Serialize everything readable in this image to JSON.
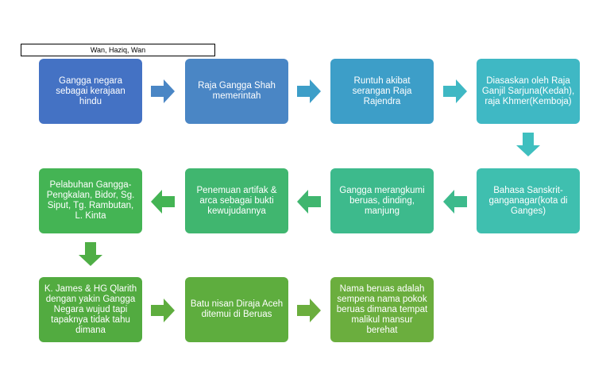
{
  "header": {
    "authors": "Wan, Haziq, Wan"
  },
  "nodes": [
    {
      "id": "n1",
      "text": "Gangga negara sebagai kerajaan hindu",
      "color": "#4472c4"
    },
    {
      "id": "n2",
      "text": "Raja Gangga Shah memerintah",
      "color": "#4a86c5"
    },
    {
      "id": "n3",
      "text": "Runtuh akibat serangan Raja Rajendra",
      "color": "#3d9ec8"
    },
    {
      "id": "n4",
      "text": "Diasaskan oleh Raja Ganjil Sarjuna(Kedah), raja Khmer(Kemboja)",
      "color": "#3fb8c4"
    },
    {
      "id": "n5",
      "text": "Bahasa Sanskrit-ganganagar(kota di Ganges)",
      "color": "#3fbfaf"
    },
    {
      "id": "n6",
      "text": "Gangga merangkumi beruas, dinding, manjung",
      "color": "#3dba8c"
    },
    {
      "id": "n7",
      "text": "Penemuan artifak & arca sebagai bukti kewujudannya",
      "color": "#40b66f"
    },
    {
      "id": "n8",
      "text": "Pelabuhan Gangga-Pengkalan, Bidor, Sg. Siput, Tg. Rambutan, L. Kinta",
      "color": "#44b454"
    },
    {
      "id": "n9",
      "text": "K. James & HG Qlarith dengan yakin Gangga Negara wujud tapi tapaknya tidak tahu dimana",
      "color": "#52ab40"
    },
    {
      "id": "n10",
      "text": "Batu nisan Diraja Aceh ditemui di Beruas",
      "color": "#5ead3e"
    },
    {
      "id": "n11",
      "text": "Nama beruas adalah sempena nama pokok beruas dimana tempat malikul mansur berehat",
      "color": "#6bae3e"
    }
  ],
  "arrows": [
    {
      "from": "n1",
      "to": "n2",
      "direction": "right",
      "color": "#4a86c5"
    },
    {
      "from": "n2",
      "to": "n3",
      "direction": "right",
      "color": "#3d9ec8"
    },
    {
      "from": "n3",
      "to": "n4",
      "direction": "right",
      "color": "#3fb8c4"
    },
    {
      "from": "n4",
      "to": "n5",
      "direction": "down",
      "color": "#3fbfbf"
    },
    {
      "from": "n5",
      "to": "n6",
      "direction": "left",
      "color": "#3dba8c"
    },
    {
      "from": "n6",
      "to": "n7",
      "direction": "left",
      "color": "#40b66f"
    },
    {
      "from": "n7",
      "to": "n8",
      "direction": "left",
      "color": "#44b454"
    },
    {
      "from": "n8",
      "to": "n9",
      "direction": "down",
      "color": "#4fae46"
    },
    {
      "from": "n9",
      "to": "n10",
      "direction": "right",
      "color": "#5ead3e"
    },
    {
      "from": "n10",
      "to": "n11",
      "direction": "right",
      "color": "#6bae3e"
    }
  ]
}
